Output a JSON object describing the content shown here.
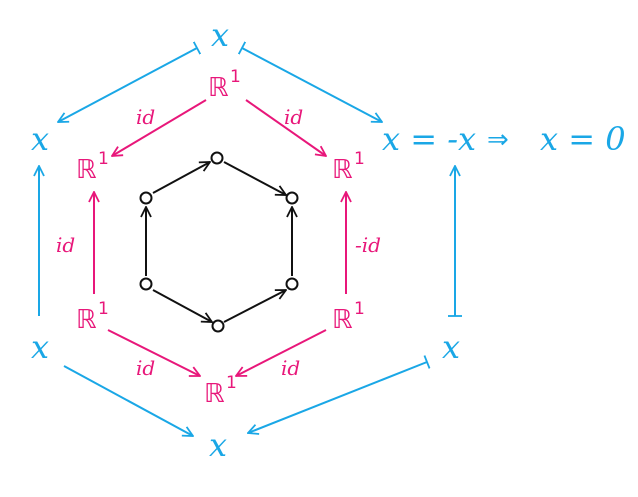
{
  "colors": {
    "outer": "#1aa7e6",
    "middle": "#e8177a",
    "inner": "#111111"
  },
  "outer": {
    "top": "x",
    "upper_left": "x",
    "upper_right": "x = -x",
    "lower_left": "x",
    "lower_right": "x",
    "bottom": "x",
    "implies": "⇒",
    "conclusion": "x = 0"
  },
  "middle": {
    "node_label": "ℝ",
    "node_sup": "1",
    "edge_top_left": "id",
    "edge_top_right": "id",
    "edge_left": "id",
    "edge_right": "-id",
    "edge_bottom_left": "id",
    "edge_bottom_right": "id"
  }
}
